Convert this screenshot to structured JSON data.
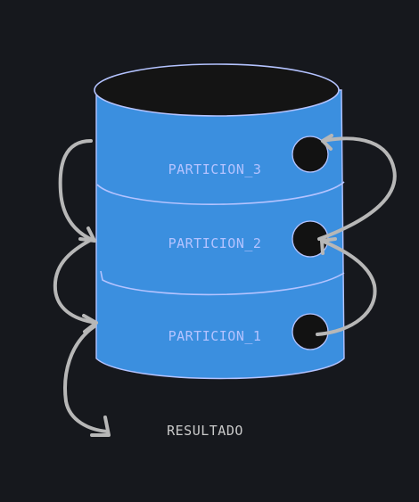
{
  "colors": {
    "background": "#16181d",
    "cylinder_fill": "#3b8fdf",
    "cylinder_outline": "#b4c3ff",
    "cylinder_top": "#141414",
    "hole_fill": "#121212",
    "partition_label": "#b4c3ff",
    "arrow": "#b7b7b7",
    "result_label": "#c9c9c9"
  },
  "partitions": [
    {
      "label": "PARTICION_3"
    },
    {
      "label": "PARTICION_2"
    },
    {
      "label": "PARTICION_1"
    }
  ],
  "result": {
    "label": "RESULTADO"
  }
}
